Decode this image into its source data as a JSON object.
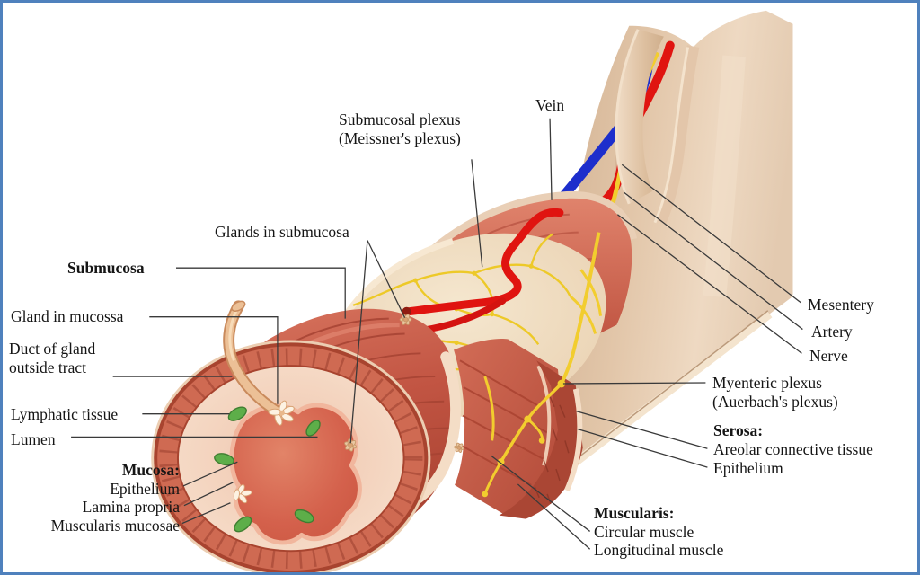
{
  "diagram": {
    "type": "anatomical-illustration",
    "subject": "Layers of the gastrointestinal tract wall (cutaway view)",
    "colors": {
      "frame_border": "#4f81bd",
      "background": "#ffffff",
      "muscle_red": "#c65a47",
      "muscle_dark": "#a84534",
      "mucosa_pink": "#f4d7c4",
      "submucosa_cream": "#ecd8bd",
      "serosa_tan": "#e0c3a6",
      "lumen_red": "#d4614d",
      "nerve_yellow": "#f2cd2e",
      "artery_red": "#e01410",
      "vein_blue": "#1d2ecc",
      "lymph_green": "#5dae49",
      "leader_line": "#3a3a3a",
      "text": "#151515"
    },
    "labels": {
      "submucosal_plexus": {
        "line1": "Submucosal plexus",
        "line2": "(Meissner's plexus)"
      },
      "vein": "Vein",
      "glands_in_submucosa": "Glands in submucosa",
      "submucosa": "Submucosa",
      "gland_in_mucossa": "Gland in mucossa",
      "duct_of_gland": {
        "line1": "Duct of gland",
        "line2": "outside tract"
      },
      "lymphatic_tissue": "Lymphatic tissue",
      "lumen": "Lumen",
      "mucosa": {
        "heading": "Mucosa:",
        "items": [
          "Epithelium",
          "Lamina propria",
          "Muscularis mucosae"
        ]
      },
      "muscularis": {
        "heading": "Muscularis:",
        "items": [
          "Circular muscle",
          "Longitudinal muscle"
        ]
      },
      "myenteric_plexus": {
        "line1": "Myenteric plexus",
        "line2": "(Auerbach's plexus)"
      },
      "serosa": {
        "heading": "Serosa:",
        "items": [
          "Areolar connective tissue",
          "Epithelium"
        ]
      },
      "mesentery": "Mesentery",
      "artery": "Artery",
      "nerve": "Nerve"
    }
  }
}
